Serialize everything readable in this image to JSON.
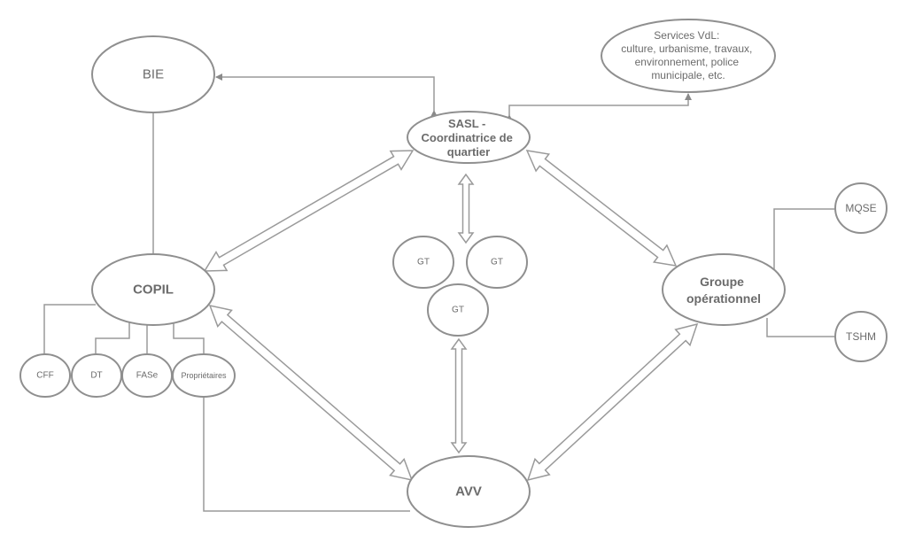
{
  "colors": {
    "stroke": "#8f8f8f",
    "text": "#6b6b6b",
    "background": "#ffffff"
  },
  "nodes": {
    "bie": {
      "label": "BIE"
    },
    "sasl": {
      "lines": [
        "SASL -",
        "Coordinatrice de",
        "quartier"
      ]
    },
    "services": {
      "lines": [
        "Services VdL:",
        "culture, urbanisme, travaux,",
        "environnement, police",
        "municipale, etc."
      ]
    },
    "copil": {
      "label": "COPIL"
    },
    "gt1": {
      "label": "GT"
    },
    "gt2": {
      "label": "GT"
    },
    "gt3": {
      "label": "GT"
    },
    "groupe": {
      "lines": [
        "Groupe",
        "opérationnel"
      ]
    },
    "mqse": {
      "label": "MQSE"
    },
    "tshm": {
      "label": "TSHM"
    },
    "cff": {
      "label": "CFF"
    },
    "dt": {
      "label": "DT"
    },
    "fase": {
      "label": "FASe"
    },
    "proprietaires": {
      "label": "Propriétaires"
    },
    "avv": {
      "label": "AVV"
    }
  }
}
